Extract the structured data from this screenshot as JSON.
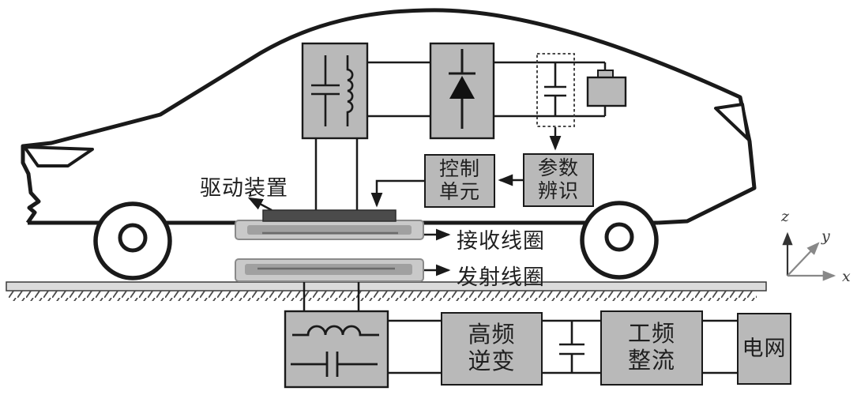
{
  "diagram": {
    "title_hint": "wireless-ev-charging-system-schematic",
    "car": {
      "drive_device_label": "驱动装置",
      "receive_coil_label": "接收线圈",
      "transmit_coil_label": "发射线圈"
    },
    "blocks": {
      "control_unit": {
        "line1": "控制",
        "line2": "单元"
      },
      "parameter_identification": {
        "line1": "参数",
        "line2": "辨识"
      },
      "hf_inverter": {
        "line1": "高频",
        "line2": "逆变"
      },
      "lf_rectifier": {
        "line1": "工频",
        "line2": "整流"
      },
      "power_grid": {
        "label": "电网"
      }
    },
    "axes": {
      "x_label": "x",
      "y_label": "y",
      "z_label": "z"
    },
    "colors": {
      "outline": "#1a1a1a",
      "block_fill": "#b9b9b9",
      "pad_fill": "#c9c9c9",
      "pad_border": "#8a8a8a",
      "pad_stripe": "#a0a0a0",
      "dark_bar": "#4b4b4b",
      "ground_fill": "#dbdbdb",
      "axis_gray": "#888888"
    }
  }
}
